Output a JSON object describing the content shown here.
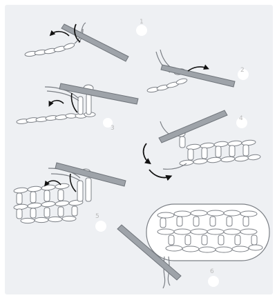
{
  "steps": [
    {
      "number": "1"
    },
    {
      "number": "2"
    },
    {
      "number": "3"
    },
    {
      "number": "4"
    },
    {
      "number": "5"
    },
    {
      "number": "6"
    }
  ],
  "colors": {
    "panel": "#eef0f3",
    "hook": "#9ea3a9",
    "yarn_outline": "#7b7f85",
    "yarn_fill": "#ffffff",
    "arrow": "#111111",
    "marker_circle": "#ffffff",
    "number_text": "#b9b9b9"
  },
  "icons": [
    "crochet-hook-icon",
    "yarn-stitch-icon",
    "curved-arrow-icon"
  ]
}
